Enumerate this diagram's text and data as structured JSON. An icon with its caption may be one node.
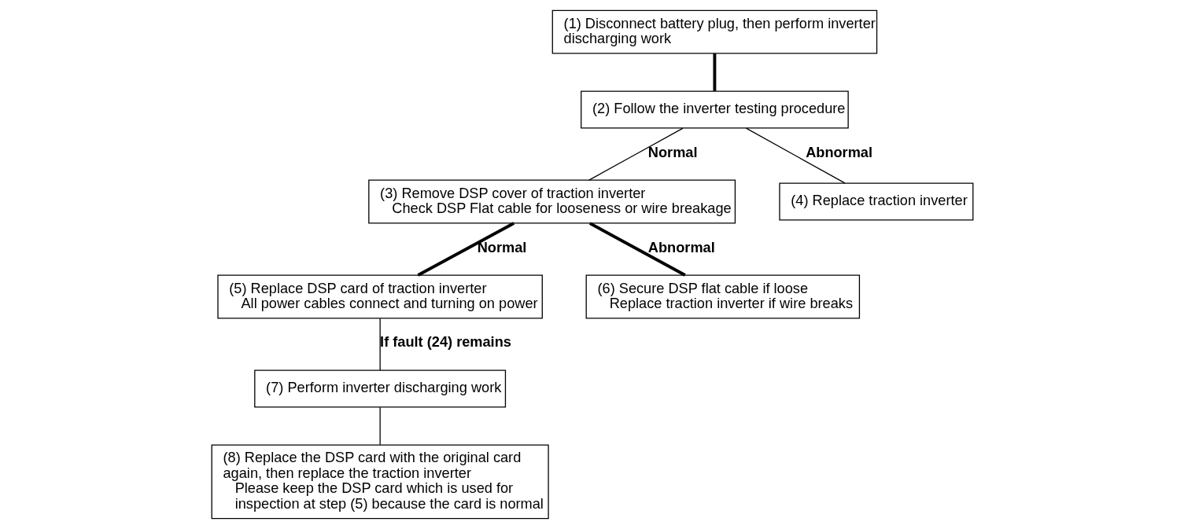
{
  "diagram": {
    "nodes": [
      {
        "text": [
          "(1) Disconnect battery plug, then perform inverter discharging work"
        ]
      },
      {
        "text": [
          "(2) Follow the inverter testing procedure"
        ]
      },
      {
        "text": [
          "(3) Remove DSP cover of traction inverter",
          "Check DSP Flat cable for looseness or wire breakage"
        ]
      },
      {
        "text": [
          "(4) Replace traction inverter"
        ]
      },
      {
        "text": [
          "(5) Replace DSP card of traction inverter",
          "All power cables connect and turning on power"
        ]
      },
      {
        "text": [
          "(6) Secure DSP flat cable if loose",
          "Replace traction inverter if wire breaks"
        ]
      },
      {
        "text": [
          "(7) Perform inverter discharging work"
        ]
      },
      {
        "text": [
          "(8) Replace the DSP card with the original card again, then replace the traction inverter",
          "Please keep the DSP card which is used for inspection at step (5) because the card is normal"
        ]
      }
    ],
    "edges": [
      {
        "from": 0,
        "to": 1,
        "arrow": "none",
        "style": "thick"
      },
      {
        "from": 1,
        "to": 2,
        "arrow": "none",
        "label": "Normal"
      },
      {
        "from": 1,
        "to": 3,
        "arrow": "none",
        "label": "Abnormal"
      },
      {
        "from": 2,
        "to": 4,
        "arrow": "none",
        "label": "Normal",
        "style": "thick"
      },
      {
        "from": 2,
        "to": 5,
        "arrow": "none",
        "label": "Abnormal",
        "style": "thick"
      },
      {
        "from": 4,
        "to": 6,
        "arrow": "none",
        "label": "If fault (24) remains"
      },
      {
        "from": 6,
        "to": 7,
        "arrow": "none"
      }
    ]
  }
}
